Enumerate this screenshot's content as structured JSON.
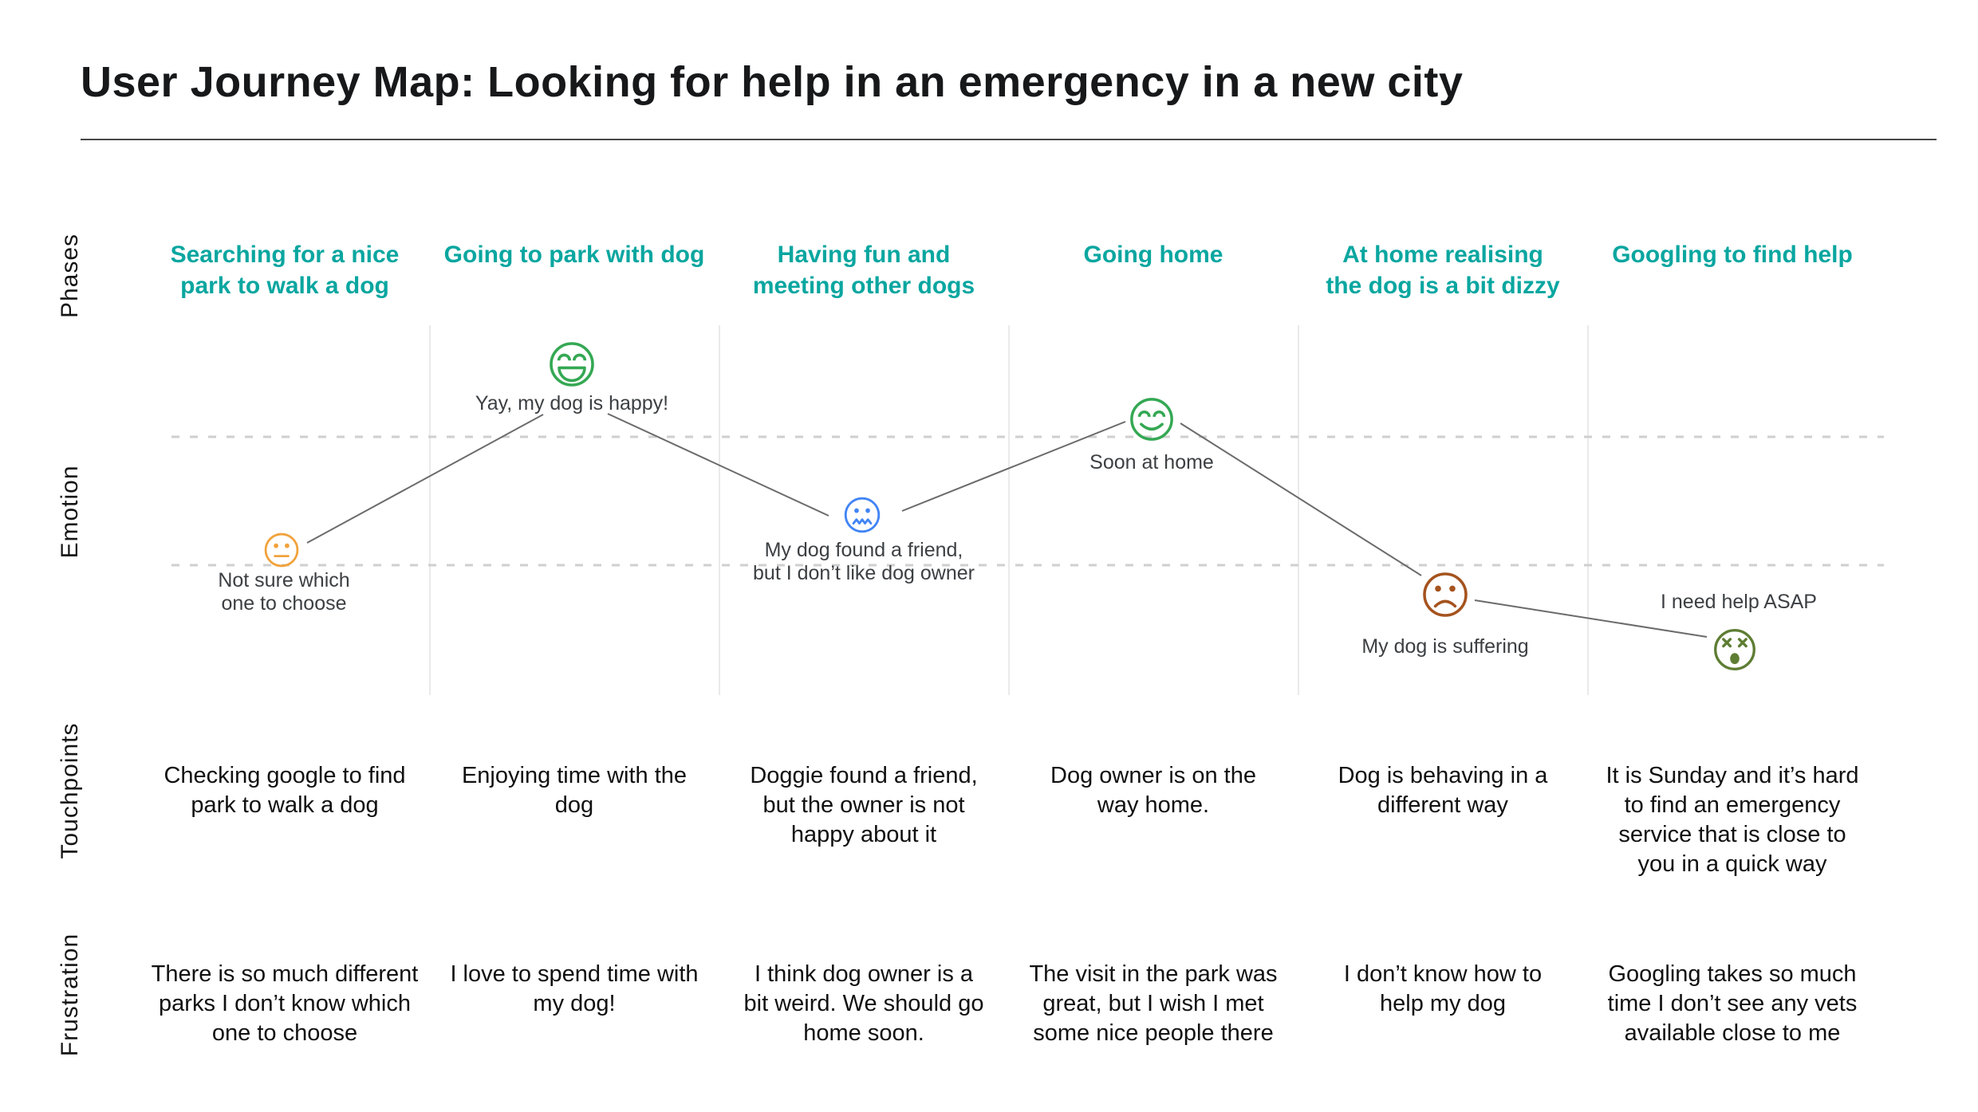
{
  "title": "User Journey Map: Looking for help in an emergency in a new city",
  "row_labels": {
    "phases": "Phases",
    "emotion": "Emotion",
    "touchpoints": "Touchpoints",
    "frustration": "Frustration"
  },
  "colors": {
    "phase_title_teal": "#0aa6a0",
    "emotion_neutral_orange": "#f1a23b",
    "emotion_happy_green": "#34a853",
    "emotion_worried_blue": "#4285f4",
    "emotion_sad_brown": "#a5531e",
    "emotion_dead_olive": "#5e7d33",
    "connector_line": "#6b6b6b",
    "dashed_gridline": "#cfcfcf",
    "column_divider": "#eaeaea"
  },
  "columns": [
    {
      "phase": "Searching for a nice\npark to walk a dog",
      "emotion_icon": "neutral-face",
      "emotion_label": "Not sure which\none to choose",
      "touchpoint": "Checking google to find\npark to walk a dog",
      "frustration": "There is so much different\nparks I don’t know which\none to choose"
    },
    {
      "phase": "Going to park with dog",
      "emotion_icon": "grinning-face",
      "emotion_label": "Yay, my dog is happy!",
      "touchpoint": "Enjoying time with the\ndog",
      "frustration": "I love to spend time with\nmy dog!"
    },
    {
      "phase": "Having fun and\nmeeting other dogs",
      "emotion_icon": "confounded-face",
      "emotion_label": "My dog found a friend,\nbut I don’t like dog owner",
      "touchpoint": "Doggie found a friend,\nbut the owner is not\nhappy about it",
      "frustration": "I think dog owner is a\nbit weird. We should go\nhome soon."
    },
    {
      "phase": "Going home",
      "emotion_icon": "relieved-smile-face",
      "emotion_label": "Soon at home",
      "touchpoint": "Dog owner is on the\nway home.",
      "frustration": "The visit in the park was\ngreat, but I wish I met\nsome nice people there"
    },
    {
      "phase": "At home realising\nthe dog is a bit dizzy",
      "emotion_icon": "sad-face",
      "emotion_label": "My dog is suffering",
      "touchpoint": "Dog is behaving in a\ndifferent way",
      "frustration": "I don’t know how to\nhelp my dog"
    },
    {
      "phase": "Googling to find help",
      "emotion_icon": "dead-dizzy-face",
      "emotion_label": "I need help ASAP",
      "touchpoint": "It is Sunday and it’s hard\nto find an emergency\nservice that is close to\nyou in a quick way",
      "frustration": "Googling takes so much\ntime I don’t see any vets\navailable close to me"
    }
  ]
}
